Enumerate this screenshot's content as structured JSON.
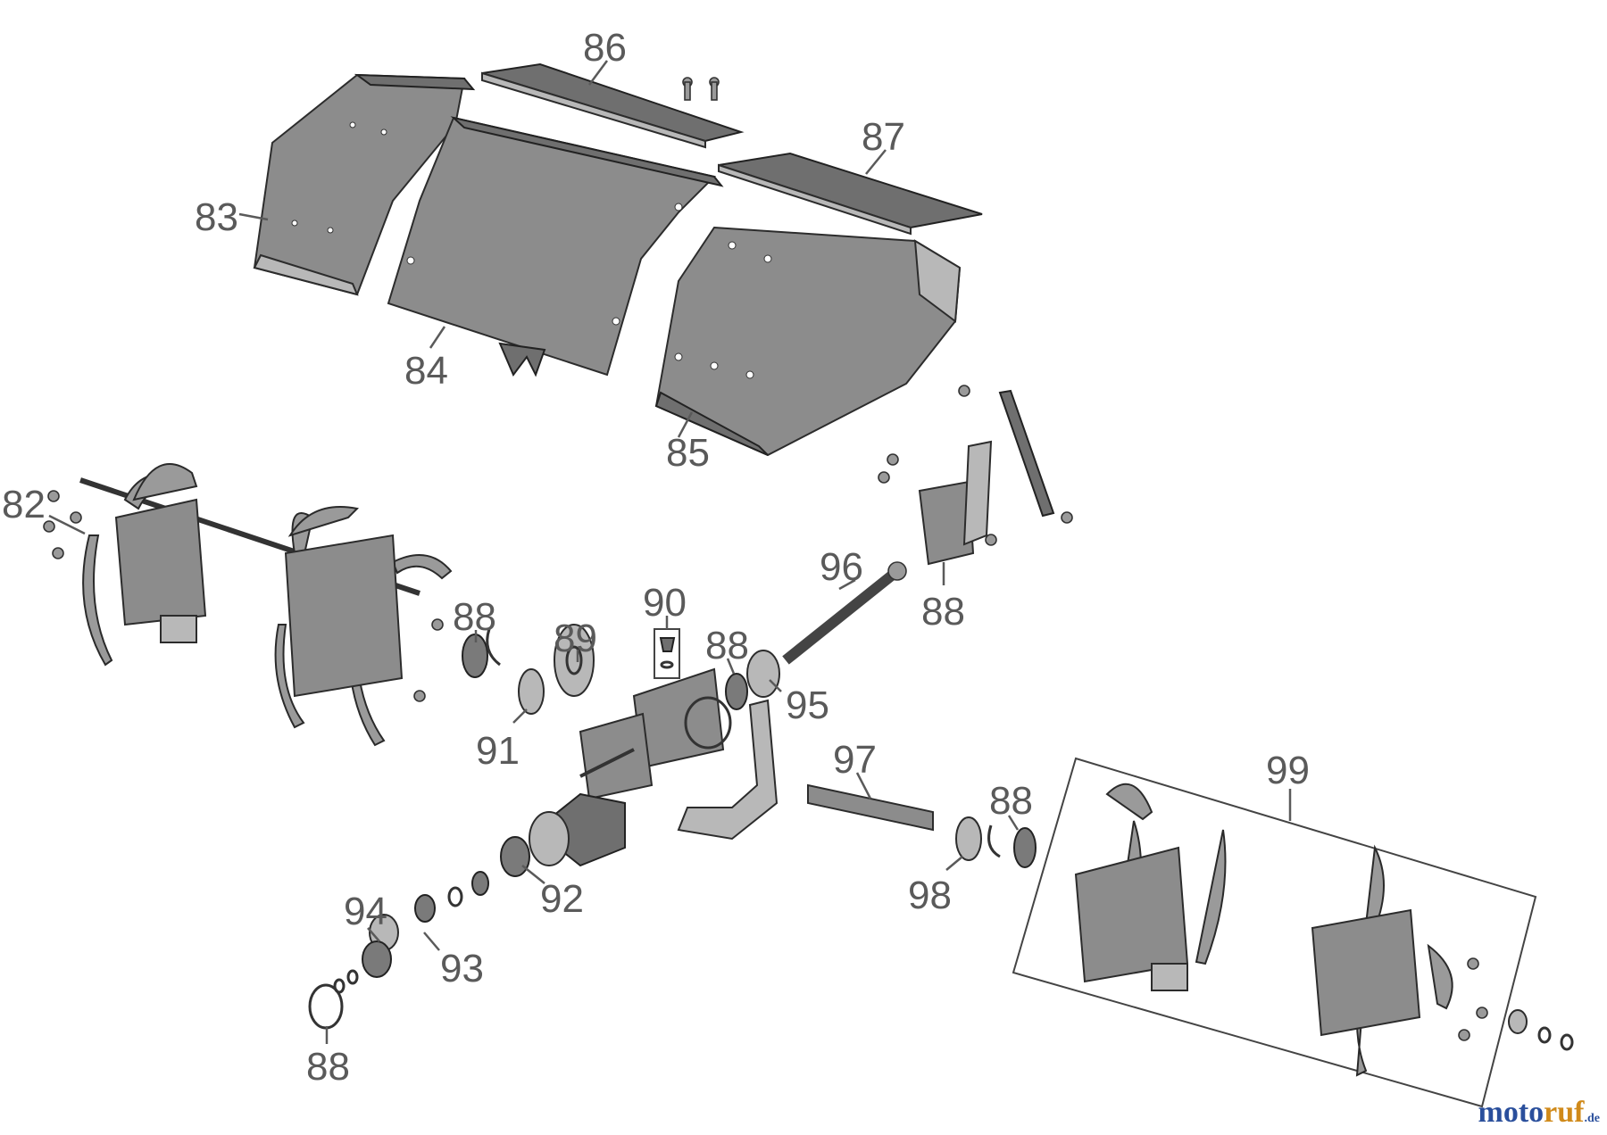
{
  "callouts": [
    {
      "id": "83",
      "text": "83"
    },
    {
      "id": "84",
      "text": "84"
    },
    {
      "id": "85",
      "text": "85"
    },
    {
      "id": "86",
      "text": "86"
    },
    {
      "id": "87",
      "text": "87"
    },
    {
      "id": "82",
      "text": "82"
    },
    {
      "id": "88a",
      "text": "88"
    },
    {
      "id": "89",
      "text": "89"
    },
    {
      "id": "90",
      "text": "90"
    },
    {
      "id": "91",
      "text": "91"
    },
    {
      "id": "88b",
      "text": "88"
    },
    {
      "id": "95",
      "text": "95"
    },
    {
      "id": "96",
      "text": "96"
    },
    {
      "id": "88c",
      "text": "88"
    },
    {
      "id": "97",
      "text": "97"
    },
    {
      "id": "92",
      "text": "92"
    },
    {
      "id": "94",
      "text": "94"
    },
    {
      "id": "93",
      "text": "93"
    },
    {
      "id": "88d",
      "text": "88"
    },
    {
      "id": "98",
      "text": "98"
    },
    {
      "id": "88e",
      "text": "88"
    },
    {
      "id": "99",
      "text": "99"
    }
  ],
  "watermark": {
    "part1": "moto",
    "part2": "ruf",
    "part3": ".de"
  }
}
